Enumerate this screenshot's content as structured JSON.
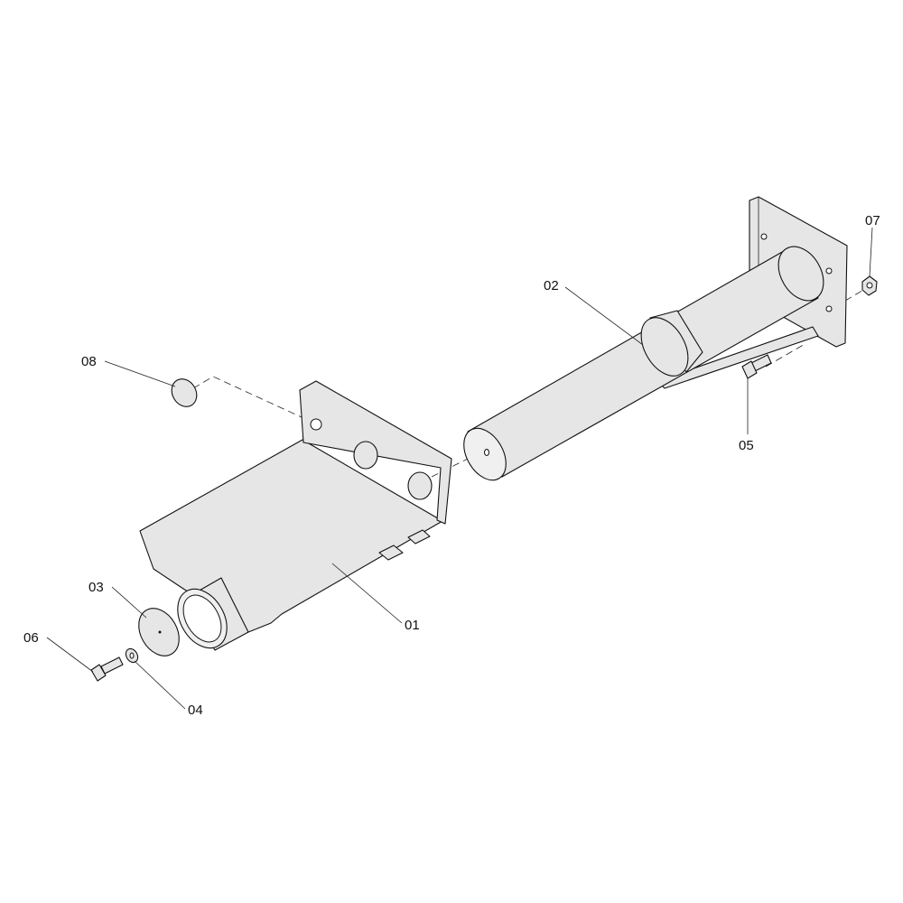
{
  "diagram": {
    "type": "exploded parts view",
    "callouts": [
      {
        "id": "01",
        "label": "01"
      },
      {
        "id": "02",
        "label": "02"
      },
      {
        "id": "03",
        "label": "03"
      },
      {
        "id": "04",
        "label": "04"
      },
      {
        "id": "05",
        "label": "05"
      },
      {
        "id": "06",
        "label": "06"
      },
      {
        "id": "07",
        "label": "07"
      },
      {
        "id": "08",
        "label": "08"
      }
    ],
    "colors": {
      "part_fill": "#e6e6e6",
      "stroke": "#111111",
      "background": "#ffffff"
    }
  }
}
